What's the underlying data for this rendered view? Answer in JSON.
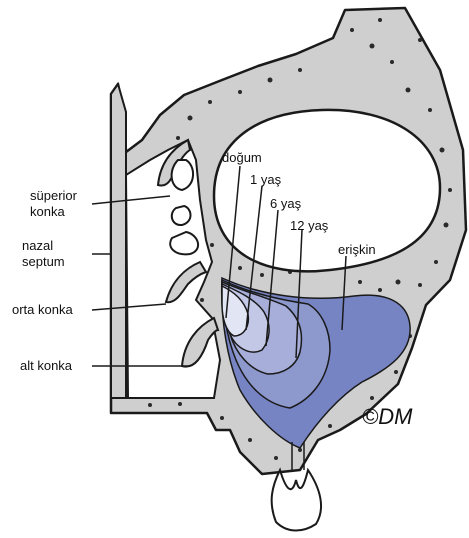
{
  "labels": {
    "superior_concha": [
      "süperior",
      "konka"
    ],
    "nasal_septum": [
      "nazal",
      "septum"
    ],
    "middle_concha": "orta konka",
    "inferior_concha": "alt konka"
  },
  "ages": {
    "birth": "doğum",
    "year_1": "1 yaş",
    "year_6": "6 yaş",
    "year_12": "12 yaş",
    "adult": "erişkin"
  },
  "signature": "©DM",
  "colors": {
    "bone": "#cfcfcf",
    "outline": "#1a1a1a",
    "sinus_adult": "#7784c4",
    "sinus_12": "#8d98cd",
    "sinus_6": "#a6aed9",
    "sinus_1": "#c3c8e6",
    "sinus_birth": "#e2e5f3",
    "tooth": "#ffffff"
  }
}
